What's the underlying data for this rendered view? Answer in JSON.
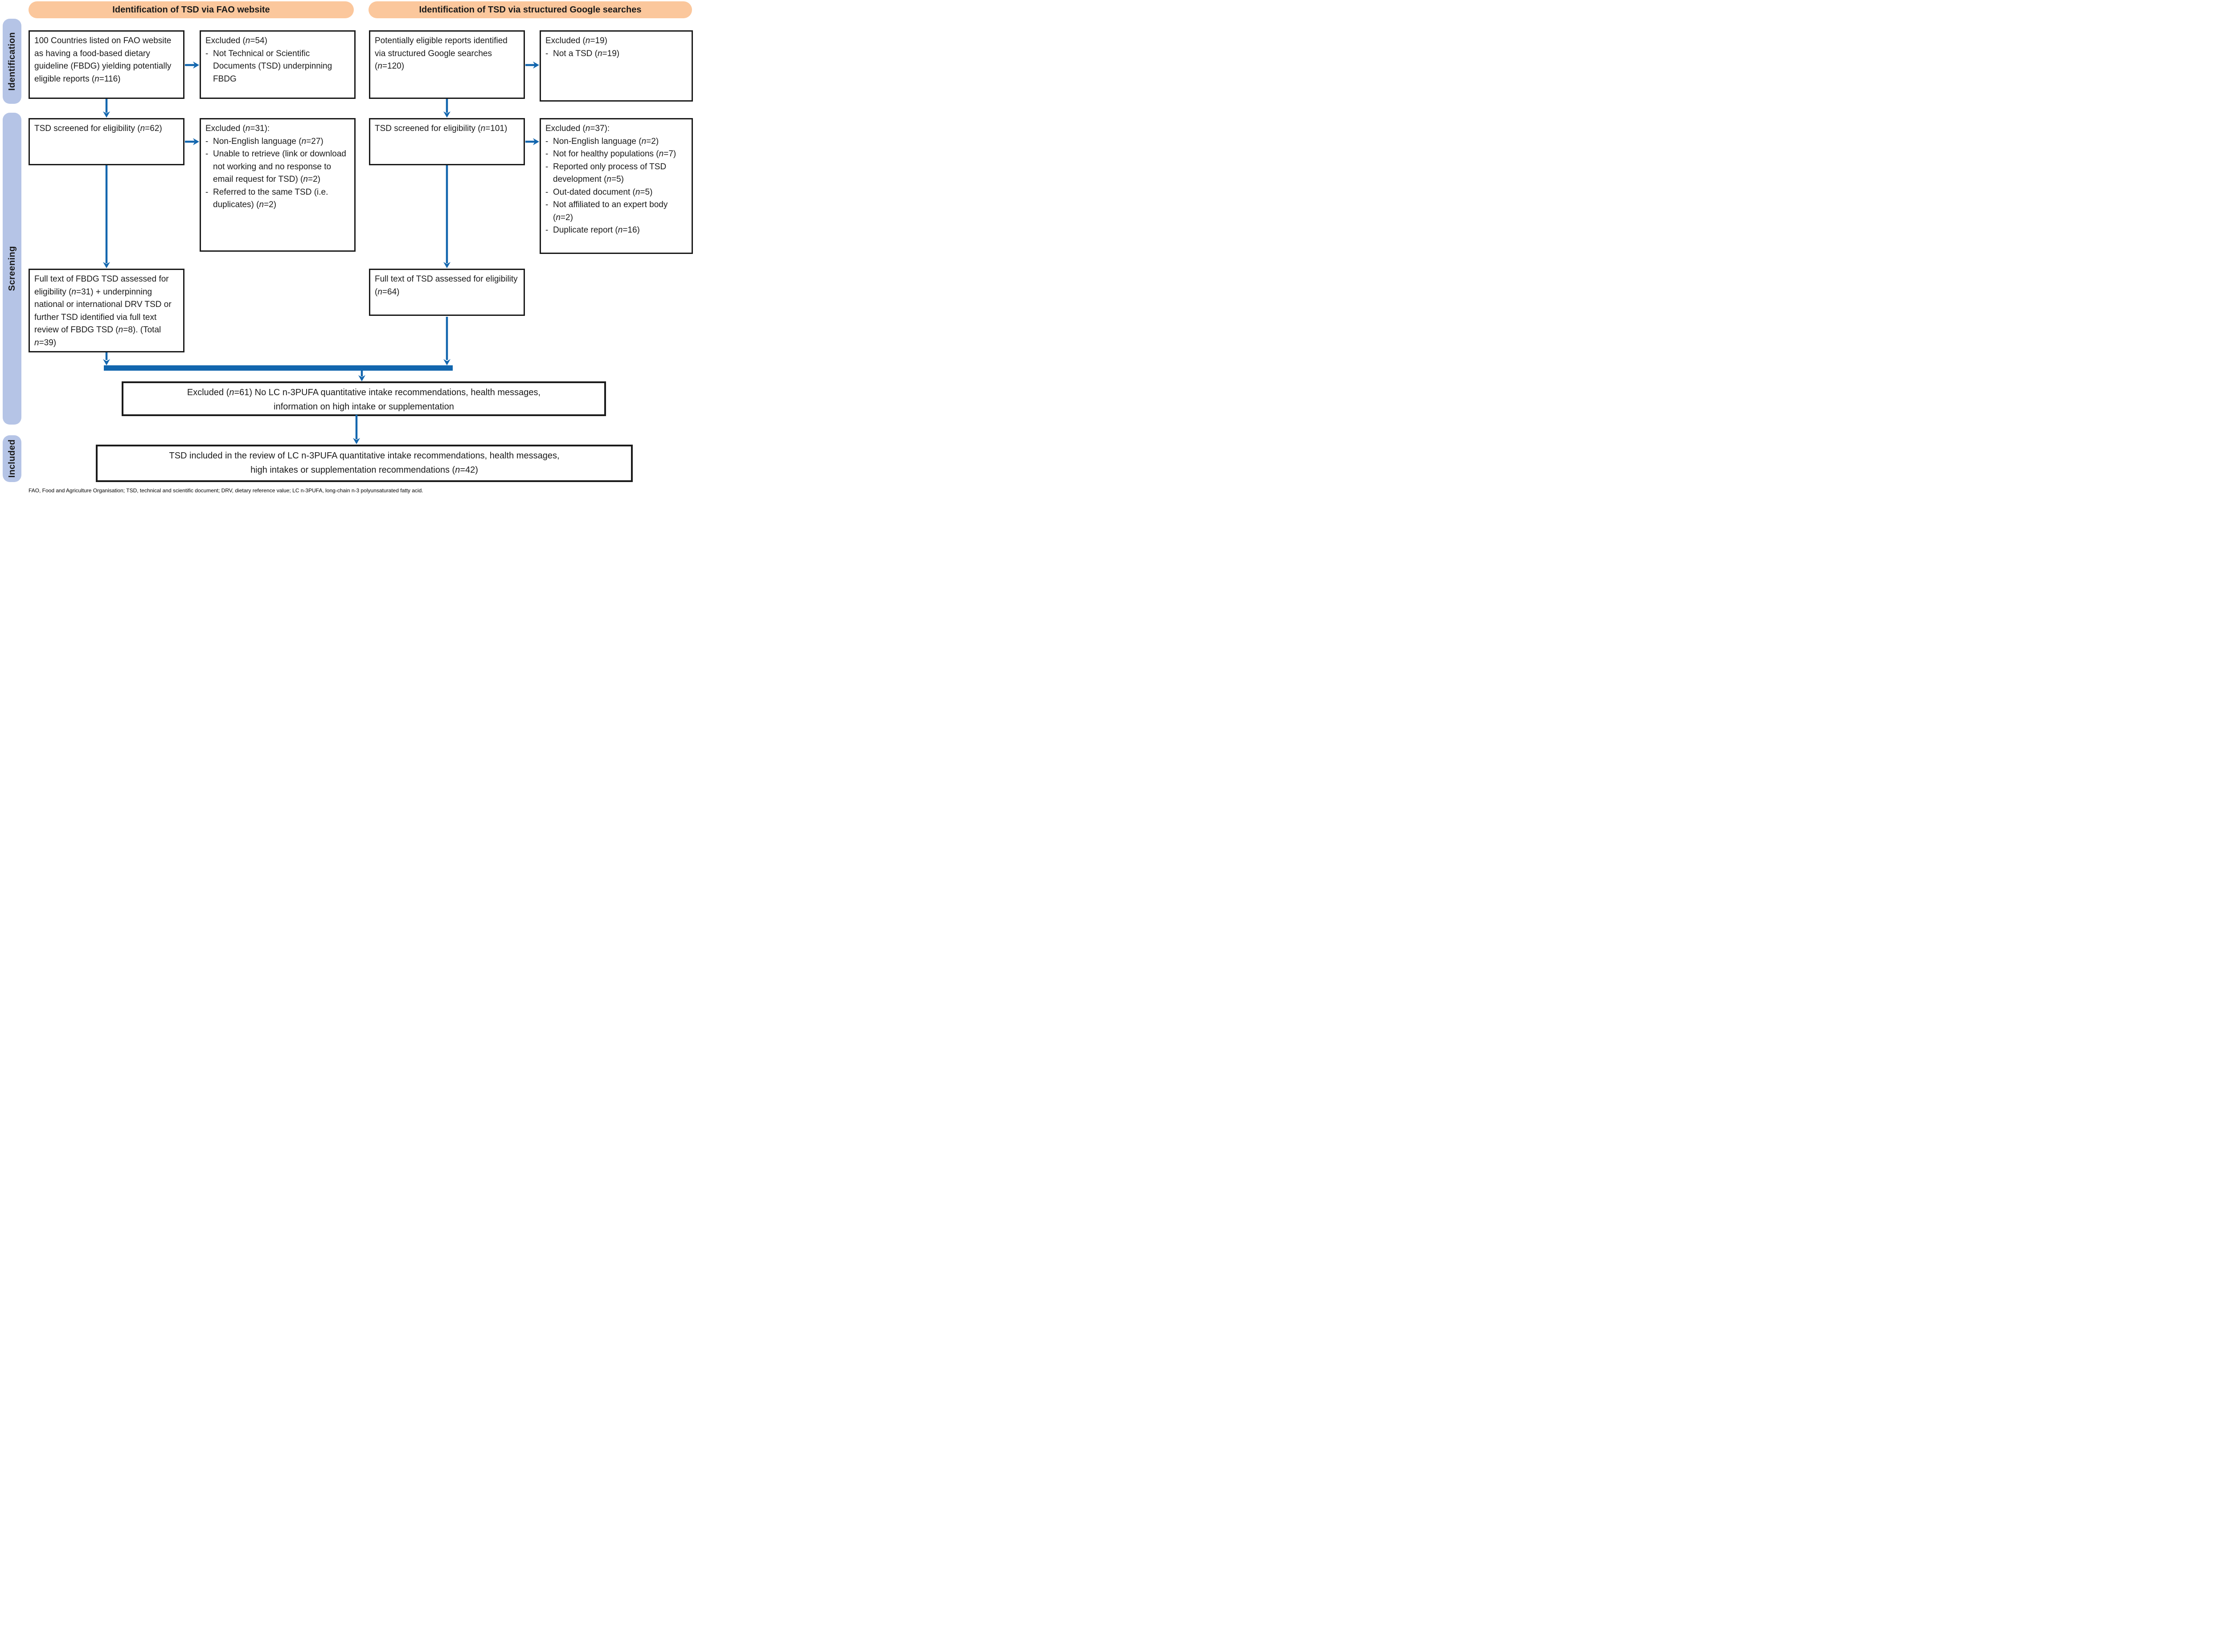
{
  "colors": {
    "banner_bg": "#FBC79C",
    "pill_bg": "#B5C4E6",
    "arrow_blue": "#1266AE",
    "ink": "#1a1a1a"
  },
  "banners": {
    "left": "Identification of TSD via FAO website",
    "right": "Identification of TSD via structured Google searches"
  },
  "sidebar": {
    "identification": "Identification",
    "screening": "Screening",
    "included": "Included"
  },
  "boxes": {
    "fao_listed": {
      "text": "100 Countries listed on FAO website as having a food-based dietary guideline (FBDG) yielding potentially eligible reports (n=116)"
    },
    "excluded_fao": {
      "title": "Excluded (n=54)",
      "items": [
        "Not Technical or Scientific Documents (TSD) underpinning FBDG"
      ]
    },
    "google_reports": {
      "text": "Potentially eligible reports identified via structured Google searches (n=120)"
    },
    "excluded_google": {
      "title": "Excluded (n=19)",
      "items": [
        "Not a TSD (n=19)"
      ]
    },
    "screened_fao": {
      "text": "TSD screened for eligibility (n=62)"
    },
    "excluded_screened_fao": {
      "title": "Excluded (n=31):",
      "items": [
        "Non-English language (n=27)",
        "Unable to retrieve (link or download not working and no response to email request for TSD) (n=2)",
        "Referred to the same TSD (i.e. duplicates) (n=2)"
      ]
    },
    "screened_google": {
      "text": "TSD screened for eligibility (n=101)"
    },
    "excluded_screened_google": {
      "title": "Excluded (n=37):",
      "items": [
        "Non-English language (n=2)",
        "Not for healthy populations (n=7)",
        "Reported only process of TSD development (n=5)",
        "Out-dated document (n=5)",
        "Not affiliated to an expert body (n=2)",
        "Duplicate report (n=16)"
      ]
    },
    "fulltext_fao": {
      "text": "Full text of FBDG TSD assessed for eligibility (n=31) + underpinning national or international DRV TSD or further TSD identified via full text review of FBDG TSD (n=8). (Total n=39)"
    },
    "fulltext_google": {
      "text": "Full text of TSD assessed for eligibility (n=64)"
    },
    "excluded_combined": {
      "line1": "Excluded (n=61) No LC n-3PUFA quantitative intake recommendations, health messages,",
      "line2": "information on high intake or supplementation"
    },
    "included": {
      "line1": "TSD included in the review of LC n-3PUFA quantitative intake recommendations, health messages,",
      "line2": "high intakes or supplementation recommendations (n=42)"
    }
  },
  "footnote": "FAO, Food and Agriculture Organisation; TSD, technical and scientific document; DRV, dietary reference value; LC n-3PUFA, long-chain n-3 polyunsaturated fatty acid."
}
